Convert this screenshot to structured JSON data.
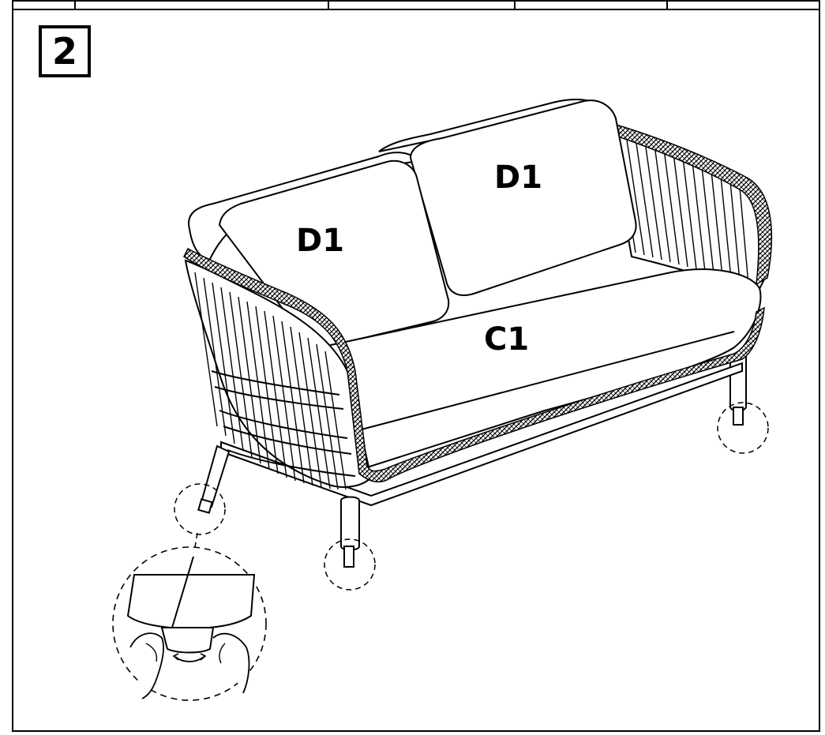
{
  "step": {
    "number": "2"
  },
  "parts": {
    "back_cushion_left": "D1",
    "back_cushion_right": "D1",
    "seat_cushion": "C1"
  },
  "colors": {
    "line": "#000000",
    "paper": "#ffffff"
  }
}
